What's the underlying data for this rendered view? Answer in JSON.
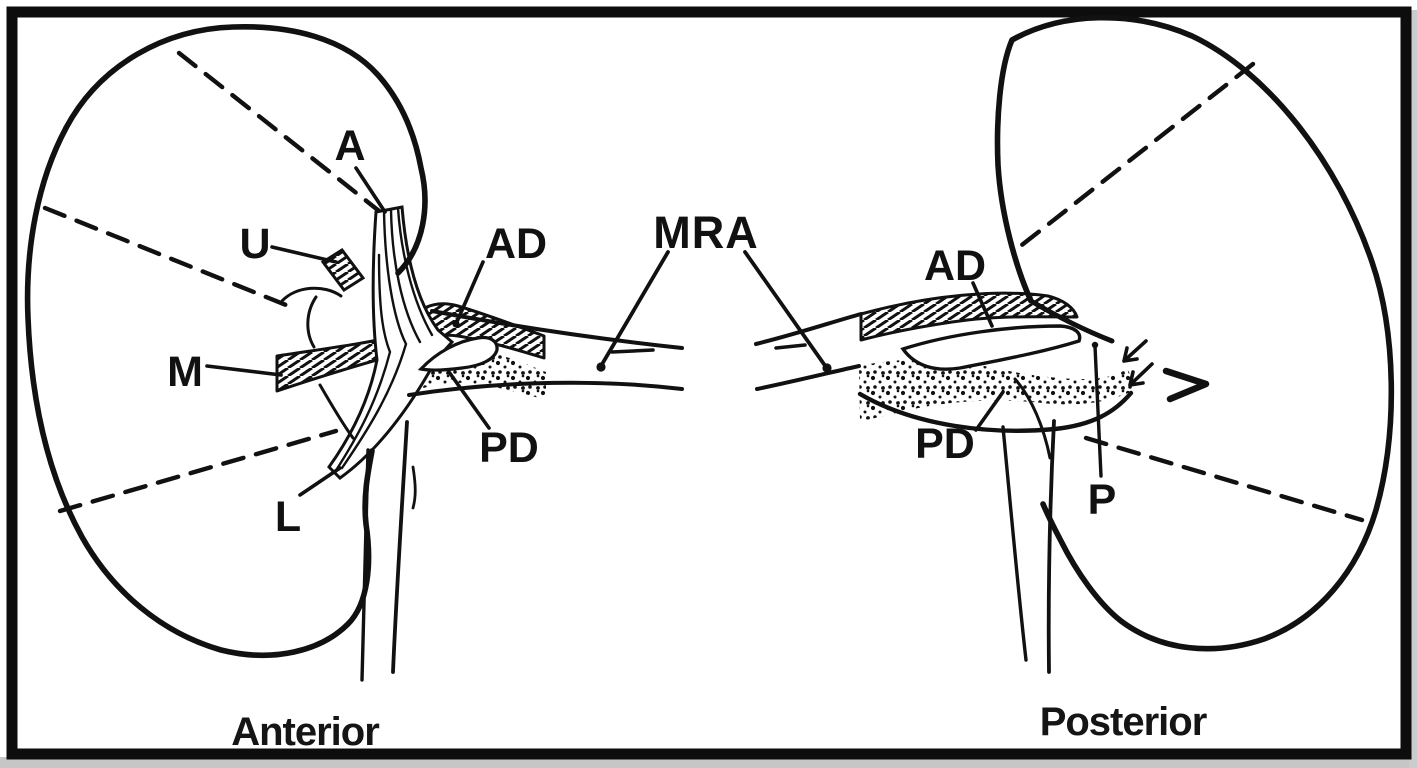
{
  "figure": {
    "background": "#ffffff",
    "frame_color": "#0d0d0d",
    "ink_color": "#111111",
    "left_view": {
      "caption": "Anterior",
      "labels": {
        "apical_segment": "A",
        "upper_segment": "U",
        "middle_segment": "M",
        "lower_segment": "L",
        "anterior_division": "AD",
        "posterior_division": "PD"
      }
    },
    "shared": {
      "main_renal_artery": "MRA"
    },
    "right_view": {
      "caption": "Posterior",
      "labels": {
        "anterior_division": "AD",
        "posterior_division": "PD",
        "posterior_segment": "P"
      }
    }
  }
}
